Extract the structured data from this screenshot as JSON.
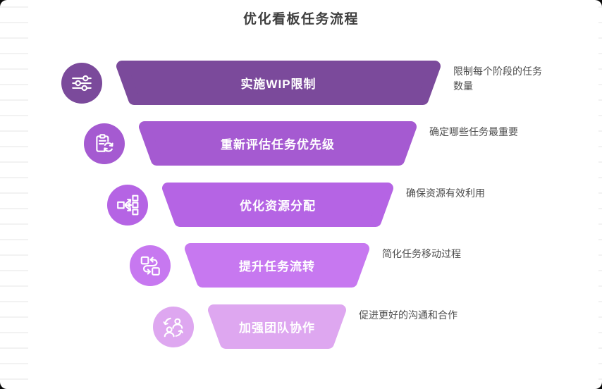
{
  "title": "优化看板任务流程",
  "colors": {
    "backdrop": "#0a0a0a",
    "background": "#ffffff",
    "title_text": "#3e3e3e",
    "description_text": "#4d4d4d",
    "bar_label_text": "#ffffff"
  },
  "funnel": {
    "steps": [
      {
        "label": "实施WIP限制",
        "description": "限制每个阶段的任务数量",
        "color": "#7b4a9b",
        "icon": "sliders-icon"
      },
      {
        "label": "重新评估任务优先级",
        "description": "确定哪些任务最重要",
        "color": "#a55ad1",
        "icon": "clipboard-refresh-icon"
      },
      {
        "label": "优化资源分配",
        "description": "确保资源有效利用",
        "color": "#b564e4",
        "icon": "distribution-icon"
      },
      {
        "label": "提升任务流转",
        "description": "简化任务移动过程",
        "color": "#c778f0",
        "icon": "task-flow-icon"
      },
      {
        "label": "加强团队协作",
        "description": "促进更好的沟通和合作",
        "color": "#dea7f0",
        "icon": "team-collaboration-icon"
      }
    ]
  }
}
